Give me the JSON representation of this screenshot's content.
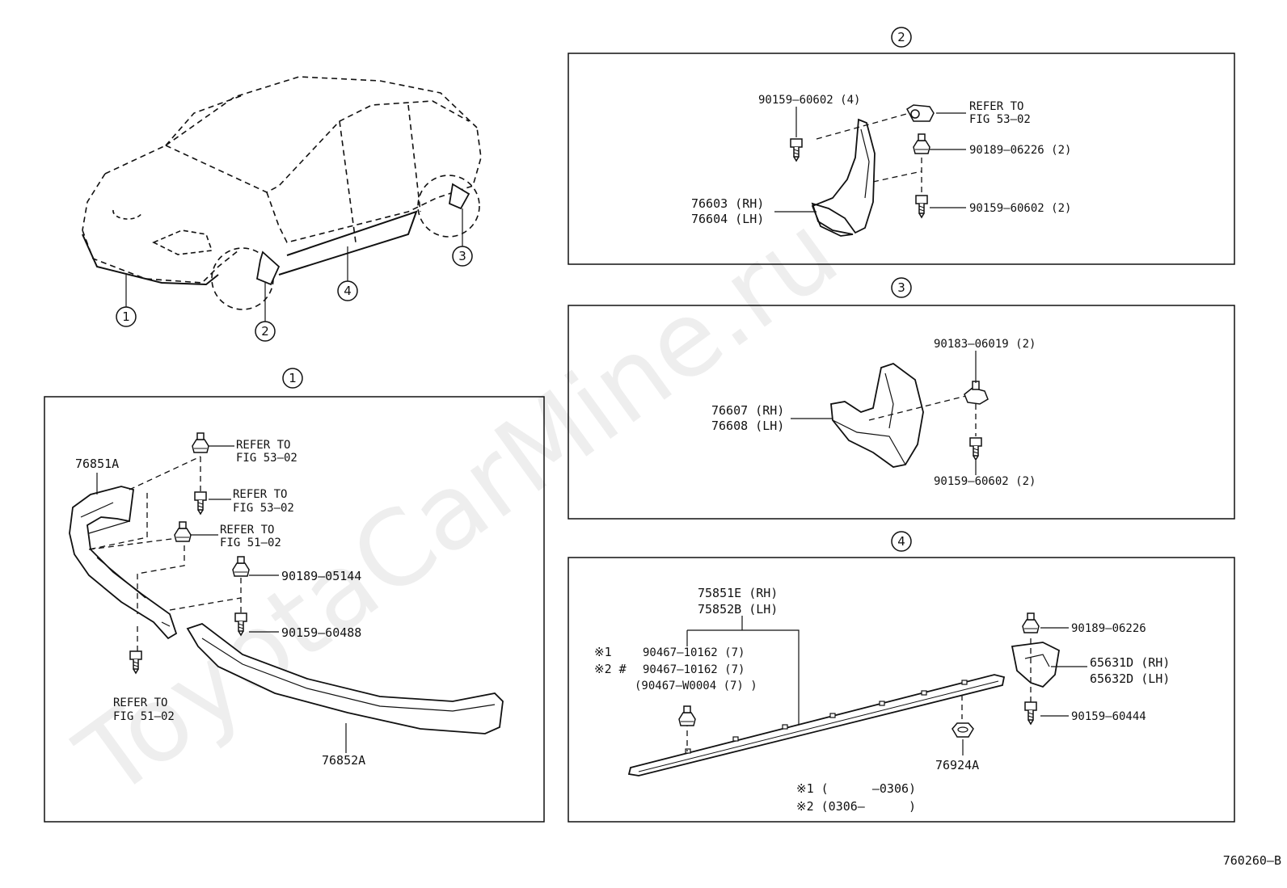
{
  "watermark": "ToyotaCarMine.ru",
  "figure_code": "760260–B",
  "callouts": {
    "c1": "1",
    "c2": "2",
    "c3": "3",
    "c4": "4"
  },
  "panel1": {
    "p76851a": "76851A",
    "p76852a": "76852A",
    "refer_to": "REFER TO",
    "fig_5302": "FIG 53–02",
    "fig_5102": "FIG 51–02",
    "p90189_05144": "90189–05144",
    "p90159_60488": "90159–60488"
  },
  "panel2": {
    "p90159_60602_4": "90159–60602 (4)",
    "refer_to": "REFER TO",
    "fig_5302": "FIG 53–02",
    "p90189_06226_2": "90189–06226 (2)",
    "p90159_60602_2": "90159–60602 (2)",
    "p76603": "76603 (RH)",
    "p76604": "76604 (LH)"
  },
  "panel3": {
    "p90183_06019": "90183–06019 (2)",
    "p76607": "76607 (RH)",
    "p76608": "76608 (LH)",
    "p90159_60602": "90159–60602 (2)"
  },
  "panel4": {
    "p75851e": "75851E (RH)",
    "p75852b": "75852B (LH)",
    "n1": "※1",
    "n2": "※2 #",
    "p90467_10162_a": "90467–10162 (7)",
    "p90467_10162_b": "90467–10162 (7)",
    "p90467_w0004": "(90467–W0004 (7) )",
    "p90189_06226": "90189–06226",
    "p65631d": "65631D (RH)",
    "p65632d": "65632D (LH)",
    "p90159_60444": "90159–60444",
    "p76924a": "76924A",
    "note1": "※1 (      –0306)",
    "note2": "※2 (0306–      )"
  }
}
